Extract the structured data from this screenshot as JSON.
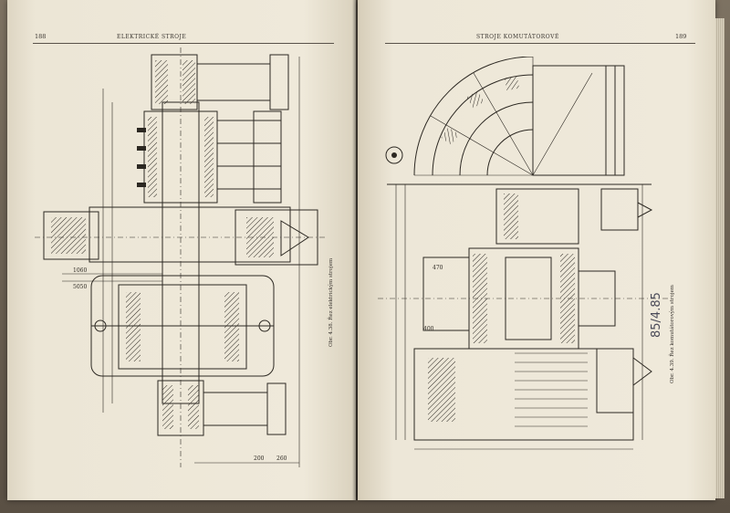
{
  "left_page": {
    "page_number": "188",
    "running_head": "ELEKTRICKÉ STROJE",
    "caption": "Obr. 4.38. Řez elektrickým strojem"
  },
  "right_page": {
    "page_number": "189",
    "running_head": "STROJE KOMUTÁTOROVÉ",
    "caption": "Obr. 4.39. Řez komutátorovým strojem",
    "pencil_note": "85/4.85"
  },
  "colors": {
    "paper": "#ece6d6",
    "ink": "#2c2822",
    "background": "#5a5044"
  }
}
